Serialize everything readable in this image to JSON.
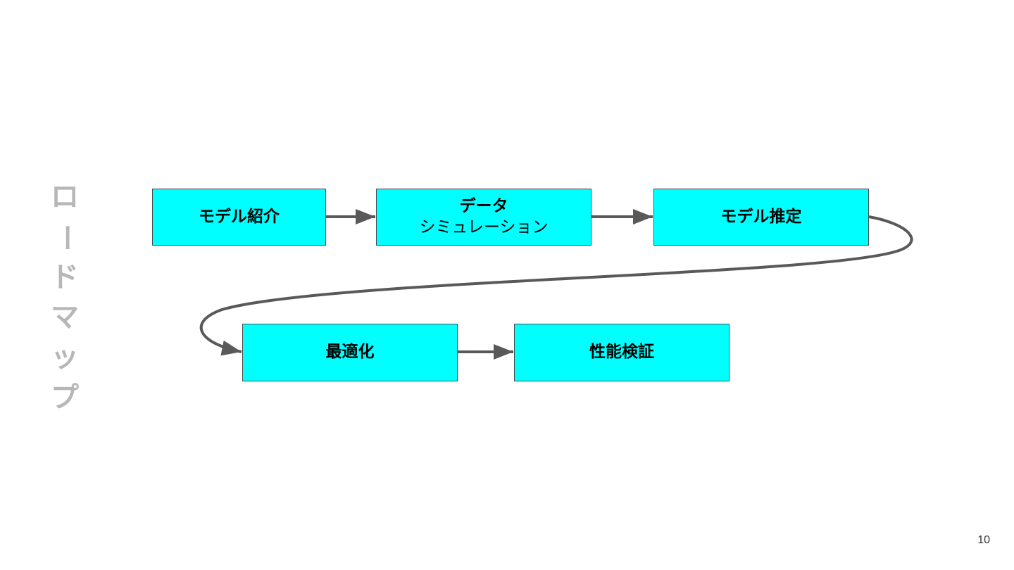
{
  "slide": {
    "title_chars": [
      "ロ",
      "ー",
      "ド",
      "マ",
      "ッ",
      "プ"
    ],
    "page_number": "10"
  },
  "flow": {
    "steps": [
      {
        "id": "model-intro",
        "lines": [
          "モデル紹介"
        ]
      },
      {
        "id": "data-simulation",
        "lines": [
          "データ",
          "シミュレーション"
        ]
      },
      {
        "id": "model-estimation",
        "lines": [
          "モデル推定"
        ]
      },
      {
        "id": "optimization",
        "lines": [
          "最適化"
        ]
      },
      {
        "id": "performance-validation",
        "lines": [
          "性能検証"
        ]
      }
    ],
    "connections": [
      {
        "from": "model-intro",
        "to": "data-simulation"
      },
      {
        "from": "data-simulation",
        "to": "model-estimation"
      },
      {
        "from": "model-estimation",
        "to": "optimization"
      },
      {
        "from": "optimization",
        "to": "performance-validation"
      }
    ]
  },
  "colors": {
    "box_fill": "#00ffff",
    "box_border": "#4a4a4a",
    "arrow": "#595959",
    "title": "#b7b7b7"
  }
}
